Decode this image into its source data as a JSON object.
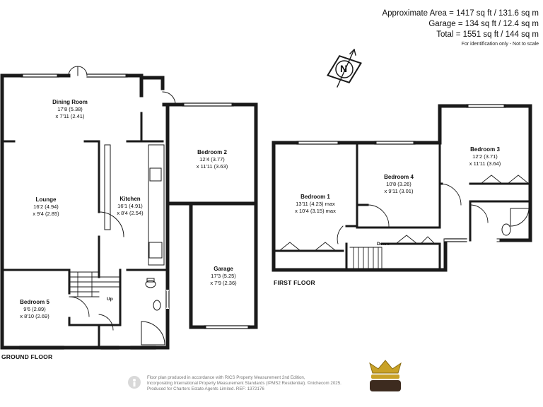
{
  "area": {
    "approx": "Approximate Area = 1417 sq ft / 131.6 sq m",
    "garage": "Garage = 134 sq ft / 12.4 sq m",
    "total": "Total = 1551 sq ft / 144 sq m",
    "note": "For identification only - Not to scale"
  },
  "compass": {
    "label": "N"
  },
  "floors": {
    "ground": "GROUND FLOOR",
    "first": "FIRST FLOOR"
  },
  "rooms": {
    "dining": {
      "name": "Dining Room",
      "d1": "17'8 (5.38)",
      "d2": "x 7'11 (2.41)"
    },
    "lounge": {
      "name": "Lounge",
      "d1": "16'2 (4.94)",
      "d2": "x 9'4 (2.85)"
    },
    "kitchen": {
      "name": "Kitchen",
      "d1": "16'1 (4.91)",
      "d2": "x 8'4 (2.54)"
    },
    "bedroom2": {
      "name": "Bedroom 2",
      "d1": "12'4 (3.77)",
      "d2": "x 11'11 (3.63)"
    },
    "garage": {
      "name": "Garage",
      "d1": "17'3 (5.25)",
      "d2": "x 7'9 (2.36)"
    },
    "bedroom5": {
      "name": "Bedroom 5",
      "d1": "9'6 (2.89)",
      "d2": "x 8'10 (2.69)"
    },
    "bedroom1": {
      "name": "Bedroom 1",
      "d1": "13'11 (4.23) max",
      "d2": "x 10'4 (3.15) max"
    },
    "bedroom4": {
      "name": "Bedroom 4",
      "d1": "10'8 (3.26)",
      "d2": "x 9'11 (3.01)"
    },
    "bedroom3": {
      "name": "Bedroom 3",
      "d1": "12'2 (3.71)",
      "d2": "x 11'11 (3.64)"
    }
  },
  "stairs": {
    "up": "Up",
    "down": "Down"
  },
  "footer": {
    "l1": "Floor plan produced in accordance with RICS Property Measurement 2nd Edition,",
    "l2": "Incorporating International Property Measurement Standards (IPMS2 Residential). ©nichecom 2025.",
    "l3": "Produced for Charters Estate Agents Limited.   REF: 1372176"
  },
  "colors": {
    "wall": "#1a1a1a",
    "crown": "#c9a227",
    "brand": "#3d2b1f"
  }
}
